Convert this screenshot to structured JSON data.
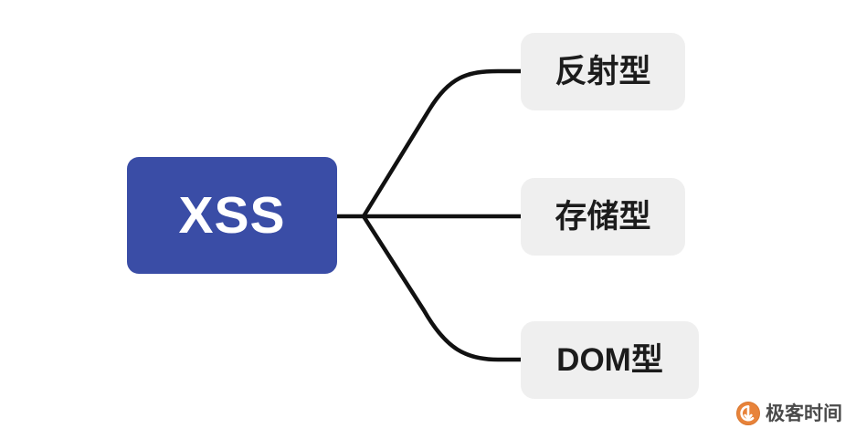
{
  "diagram": {
    "type": "mind-map",
    "title": "XSS",
    "background_color": "#ffffff",
    "root": {
      "label": "XSS",
      "fill_color": "#3a4da6",
      "text_color": "#ffffff"
    },
    "branch_color": "#111111",
    "children": [
      {
        "id": "reflected",
        "label": "反射型",
        "fill_color": "#efefef",
        "text_color": "#1c1c1c"
      },
      {
        "id": "stored",
        "label": "存储型",
        "fill_color": "#efefef",
        "text_color": "#1c1c1c"
      },
      {
        "id": "dom",
        "label": "DOM型",
        "fill_color": "#efefef",
        "text_color": "#1c1c1c"
      }
    ]
  },
  "watermark": {
    "label": "极客时间",
    "logo_icon": "geektime-logo-icon",
    "logo_color": "#e8833a",
    "text_color": "#4a4a4a"
  }
}
